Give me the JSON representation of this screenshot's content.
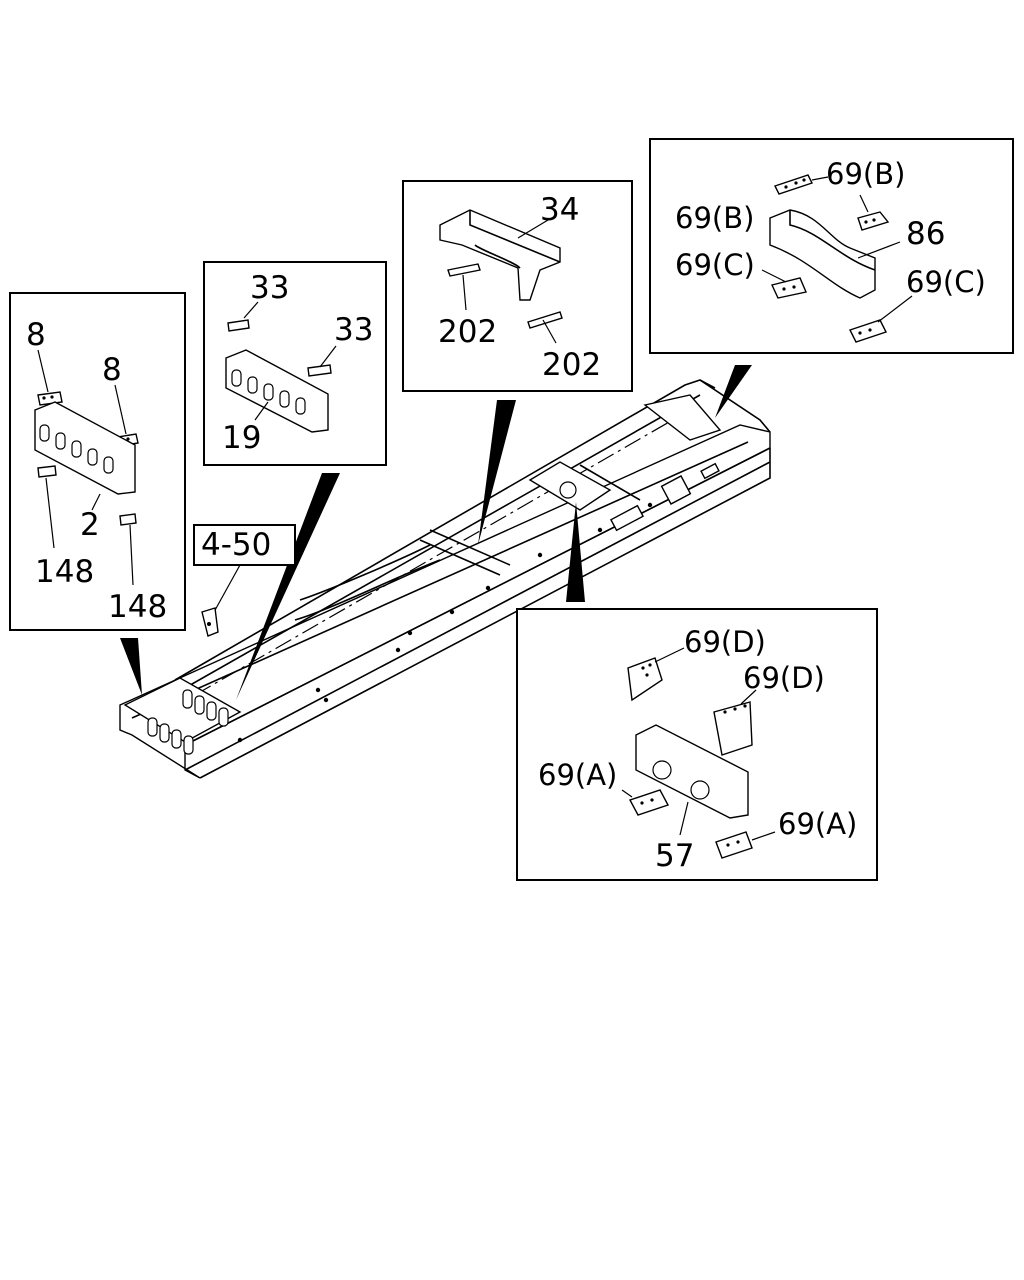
{
  "diagram": {
    "box1": {
      "label_8a": "8",
      "label_8b": "8",
      "label_2": "2",
      "label_148a": "148",
      "label_148b": "148"
    },
    "box2": {
      "label_33a": "33",
      "label_33b": "33",
      "label_19": "19"
    },
    "box3": {
      "label_34": "34",
      "label_202a": "202",
      "label_202b": "202"
    },
    "box4": {
      "label_69b_1": "69(B)",
      "label_69b_2": "69(B)",
      "label_86": "86",
      "label_69c_1": "69(C)",
      "label_69c_2": "69(C)"
    },
    "box5": {
      "label_69d_1": "69(D)",
      "label_69d_2": "69(D)",
      "label_69a_1": "69(A)",
      "label_69a_2": "69(A)",
      "label_57": "57"
    },
    "ref": {
      "label": "4-50"
    }
  }
}
